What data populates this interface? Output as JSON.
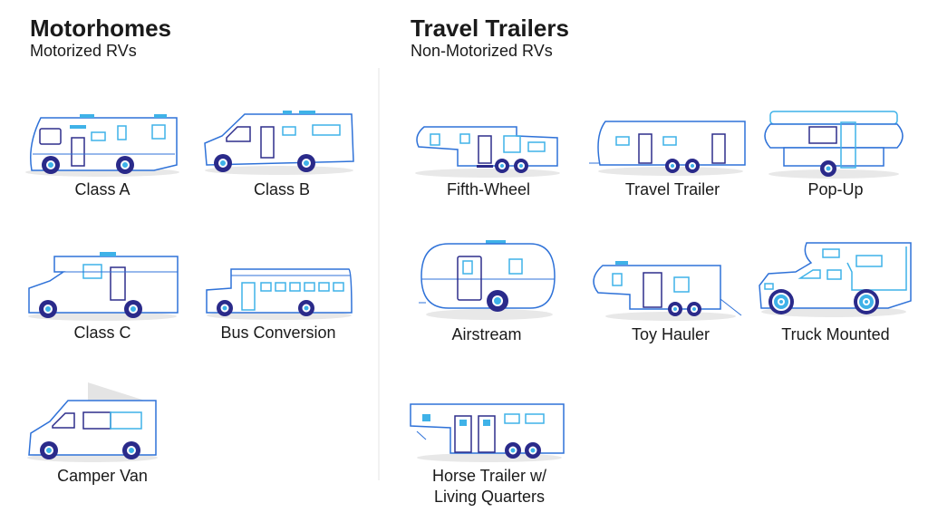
{
  "motorhomes": {
    "title": "Motorhomes",
    "subtitle": "Motorized RVs",
    "items": [
      "Class A",
      "Class B",
      "Class C",
      "Bus Conversion",
      "Camper Van"
    ]
  },
  "travel_trailers": {
    "title": "Travel Trailers",
    "subtitle": "Non-Motorized RVs",
    "items": [
      "Fifth-Wheel",
      "Travel Trailer",
      "Pop-Up",
      "Airstream",
      "Toy Hauler",
      "Truck Mounted",
      "Horse Trailer w/",
      "Living Quarters"
    ]
  },
  "colors": {
    "outline": "#2f72d8",
    "accent": "#3fb2e8",
    "wheel": "#2a2a8a"
  }
}
